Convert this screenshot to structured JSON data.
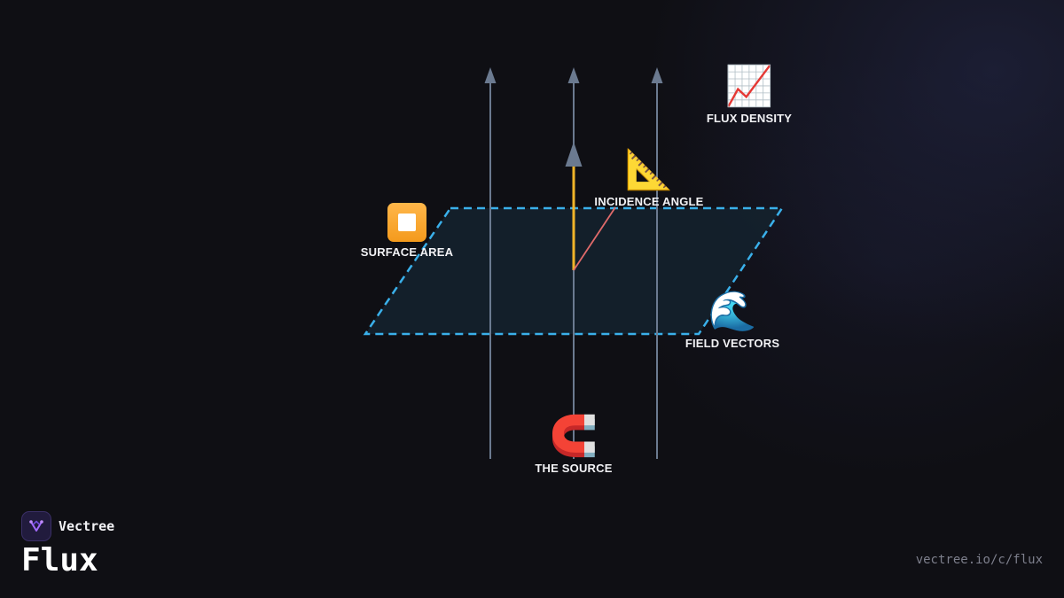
{
  "brand": {
    "name": "Vectree",
    "logo_icon": "vectree-fork-icon"
  },
  "title": "Flux",
  "footer": {
    "url": "vectree.io/c/flux"
  },
  "diagram": {
    "nodes": [
      {
        "id": "flux-density",
        "label": "FLUX DENSITY",
        "icon": "chart-increasing-icon"
      },
      {
        "id": "incidence-angle",
        "label": "INCIDENCE ANGLE",
        "icon": "triangular-ruler-icon"
      },
      {
        "id": "surface-area",
        "label": "SURFACE AREA",
        "icon": "orange-square-icon"
      },
      {
        "id": "field-vectors",
        "label": "FIELD VECTORS",
        "icon": "water-wave-icon"
      },
      {
        "id": "the-source",
        "label": "THE SOURCE",
        "icon": "magnet-icon"
      }
    ]
  },
  "colors": {
    "background": "#0f0f14",
    "field_line": "#6b7a90",
    "surface_border": "#3ab0ea",
    "surface_fill": "#14222e",
    "normal_vector": "#f0b429",
    "angle_line": "#e06a6a",
    "label_text": "#f2f2f5",
    "url_text": "#7d7f8c"
  }
}
